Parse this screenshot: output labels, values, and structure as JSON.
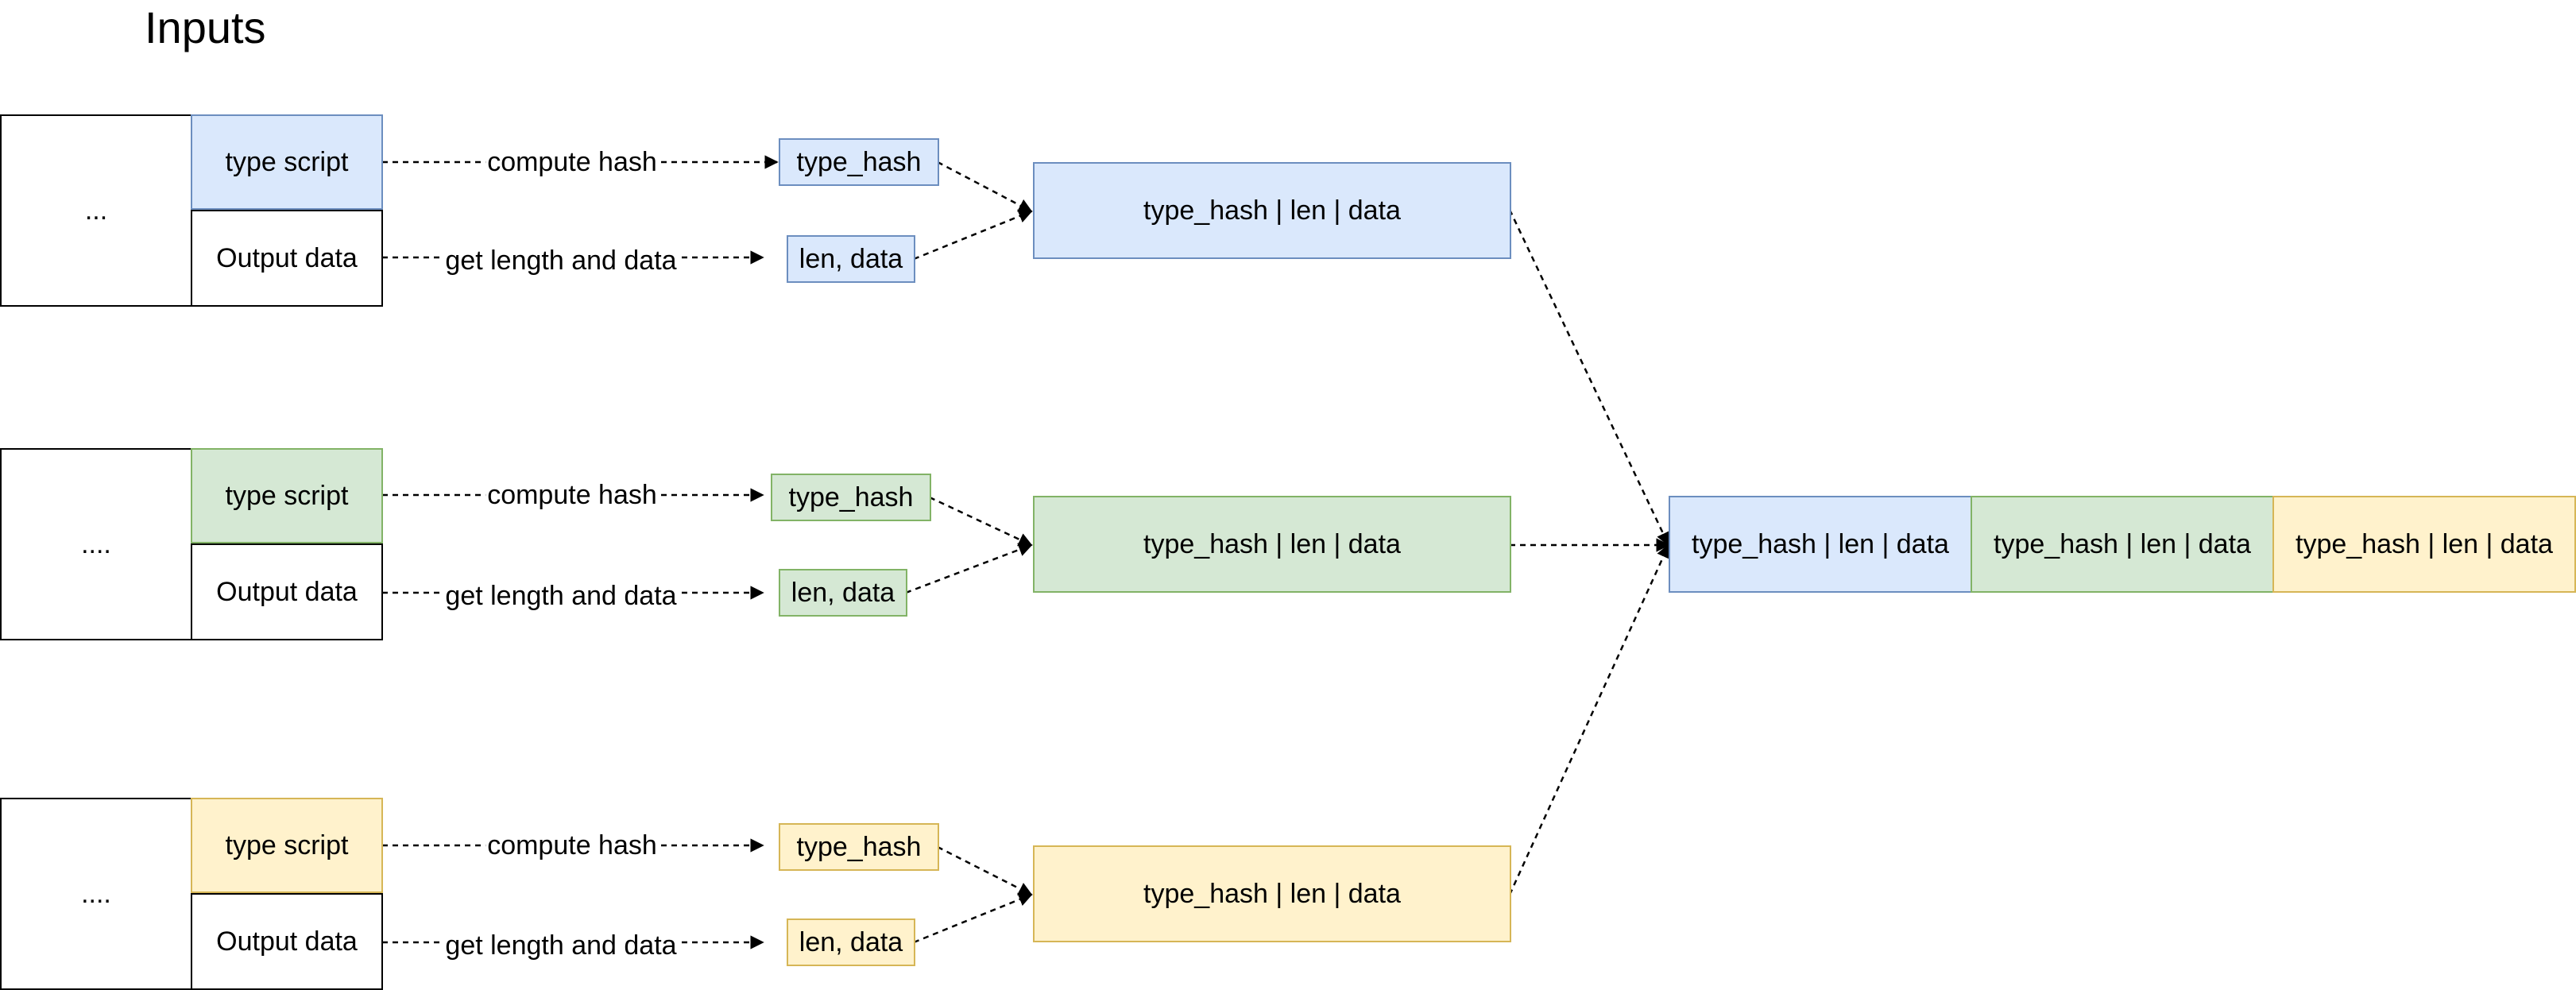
{
  "title": "Inputs",
  "colors": {
    "blue_fill": "#dae8fc",
    "blue_stroke": "#6c8ebf",
    "green_fill": "#d5e8d4",
    "green_stroke": "#82b366",
    "yellow_fill": "#fff2cc",
    "yellow_stroke": "#d6b656"
  },
  "groups": [
    {
      "cell": "...",
      "script": "type script",
      "output": "Output data",
      "hash_edge": "compute hash",
      "data_edge": "get length and data",
      "hash": "type_hash",
      "lendata": "len, data",
      "combined": "type_hash | len | data"
    },
    {
      "cell": "....",
      "script": "type script",
      "output": "Output data",
      "hash_edge": "compute hash",
      "data_edge": "get length and data",
      "hash": "type_hash",
      "lendata": "len, data",
      "combined": "type_hash | len | data"
    },
    {
      "cell": "....",
      "script": "type script",
      "output": "Output data",
      "hash_edge": "compute hash",
      "data_edge": "get length and data",
      "hash": "type_hash",
      "lendata": "len, data",
      "combined": "type_hash | len | data"
    }
  ],
  "result": [
    "type_hash | len | data",
    "type_hash | len | data",
    "type_hash | len | data"
  ]
}
